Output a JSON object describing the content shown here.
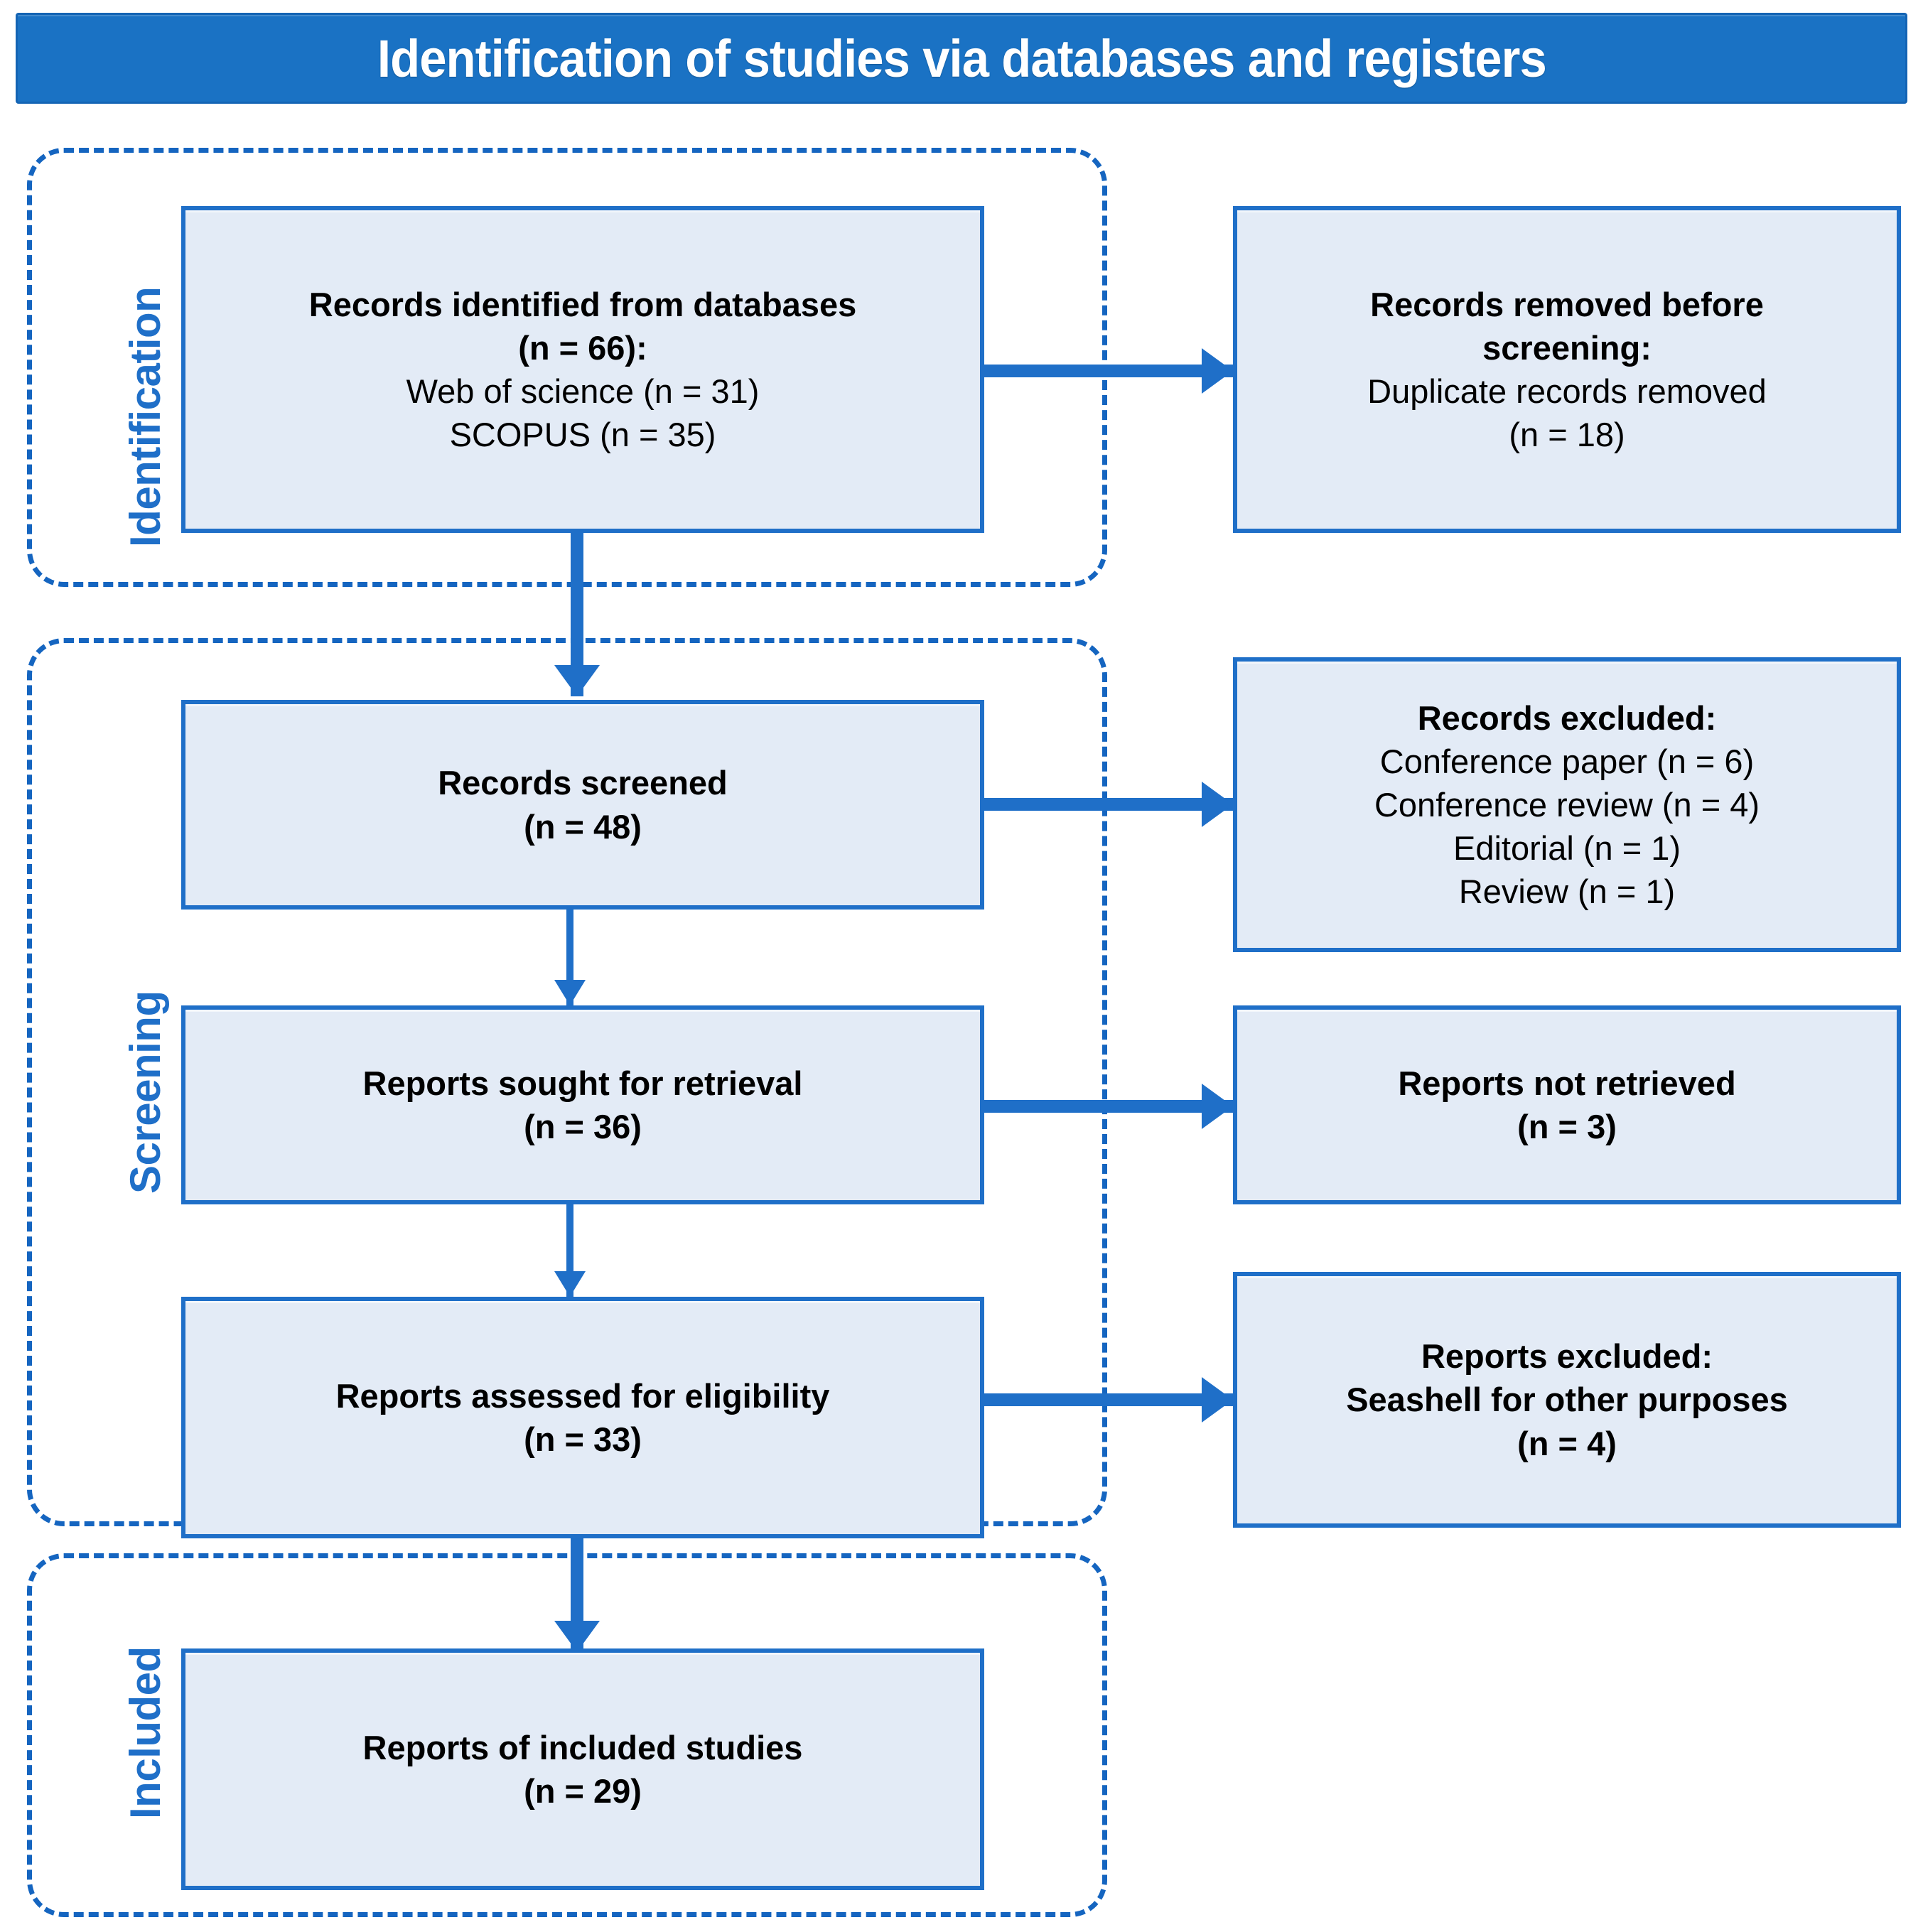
{
  "header": {
    "title": "Identification of studies via databases and registers"
  },
  "phases": [
    {
      "id": "identification",
      "label": "Identification"
    },
    {
      "id": "screening",
      "label": "Screening"
    },
    {
      "id": "included",
      "label": "Included"
    }
  ],
  "boxes": {
    "records_identified": {
      "lines": [
        {
          "text": "Records  identified from databases",
          "bold": true
        },
        {
          "text": "(n = 66):",
          "bold": true
        },
        {
          "text": "Web of science (n = 31)",
          "bold": false
        },
        {
          "text": "SCOPUS (n = 35)",
          "bold": false
        }
      ]
    },
    "records_removed": {
      "lines": [
        {
          "text": "Records removed before",
          "bold": true
        },
        {
          "text": "screening:",
          "bold": true
        },
        {
          "text": "Duplicate records removed",
          "bold": false
        },
        {
          "text": "(n = 18)",
          "bold": false
        }
      ]
    },
    "records_screened": {
      "lines": [
        {
          "text": "Records screened",
          "bold": true
        },
        {
          "text": "(n = 48)",
          "bold": true
        }
      ]
    },
    "records_excluded": {
      "lines": [
        {
          "text": "Records excluded:",
          "bold": true
        },
        {
          "text": "Conference  paper (n = 6)",
          "bold": false
        },
        {
          "text": "Conference  review  (n = 4)",
          "bold": false
        },
        {
          "text": "Editorial (n = 1)",
          "bold": false
        },
        {
          "text": "Review  (n = 1)",
          "bold": false
        }
      ]
    },
    "reports_sought": {
      "lines": [
        {
          "text": "Reports sought for retrieval",
          "bold": true
        },
        {
          "text": "(n = 36)",
          "bold": true
        }
      ]
    },
    "reports_not_retrieved": {
      "lines": [
        {
          "text": "Reports not retrieved",
          "bold": true
        },
        {
          "text": "(n = 3)",
          "bold": true
        }
      ]
    },
    "reports_assessed": {
      "lines": [
        {
          "text": "Reports assessed  for eligibility",
          "bold": true
        },
        {
          "text": "(n = 33)",
          "bold": true
        }
      ]
    },
    "reports_excluded": {
      "lines": [
        {
          "text": "Reports excluded:",
          "bold": true
        },
        {
          "text": "Seashell for other purposes",
          "bold": true
        },
        {
          "text": "(n = 4)",
          "bold": true
        }
      ]
    },
    "reports_included": {
      "lines": [
        {
          "text": "Reports of included studies",
          "bold": true
        },
        {
          "text": "(n = 29)",
          "bold": true
        }
      ]
    }
  },
  "colors": {
    "banner_bg": "#1a72c4",
    "banner_text": "#ffffff",
    "box_fill": "#e3ebf6",
    "box_border": "#1f6fc8",
    "arrow": "#1f6fc8",
    "dashed_border": "#1565c0",
    "phase_label": "#1f6fc8",
    "box_text": "#000000"
  }
}
